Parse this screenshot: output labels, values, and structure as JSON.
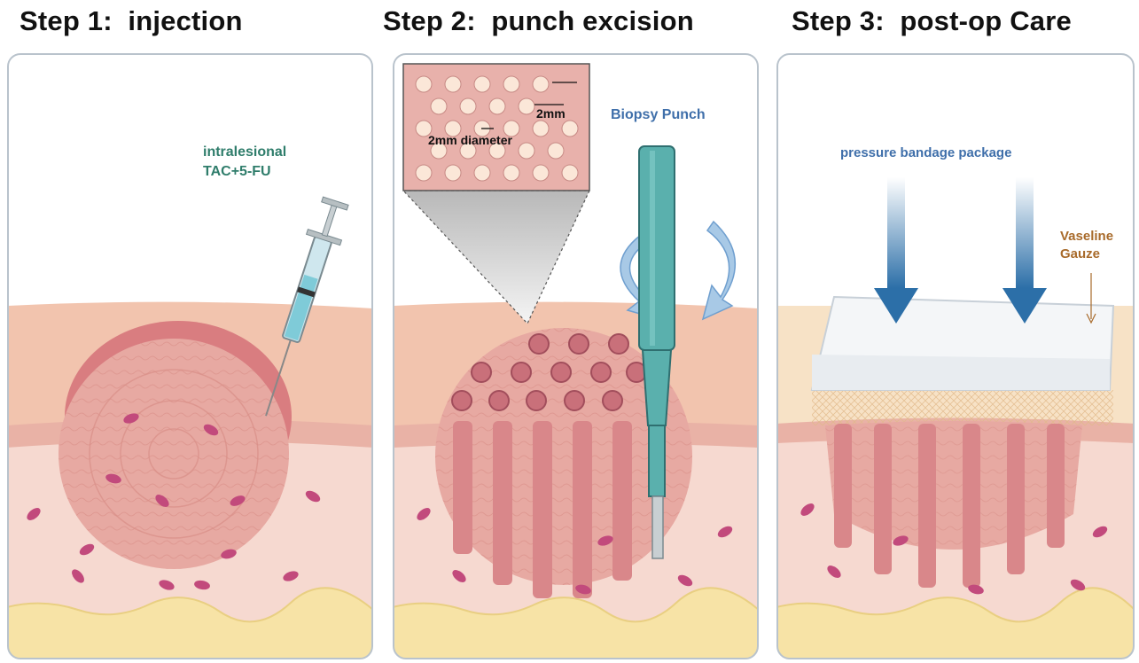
{
  "steps": [
    {
      "title": "Step 1:  injection",
      "label_line1": "intralesional",
      "label_line2": "TAC+5-FU"
    },
    {
      "title": "Step 2:  punch excision",
      "tool_label": "Biopsy Punch",
      "inset_label_diameter": "2mm diameter",
      "inset_label_spacing": "2mm"
    },
    {
      "title": "Step 3:  post-op Care",
      "bandage_label": "pressure bandage package",
      "gauze_line1": "Vaseline",
      "gauze_line2": "Gauze"
    }
  ],
  "colors": {
    "skin_surface": "#f2c4ae",
    "dermis": "#f6d9d0",
    "fat_layer": "#f7e3a6",
    "scar_tissue": "#e7a9a2",
    "cells": "#c24a7c",
    "teal_label": "#2f7d6b",
    "blue_label": "#3f6faa",
    "orange_label": "#a86a2a",
    "arrow_blue": "#2c6fa8"
  }
}
